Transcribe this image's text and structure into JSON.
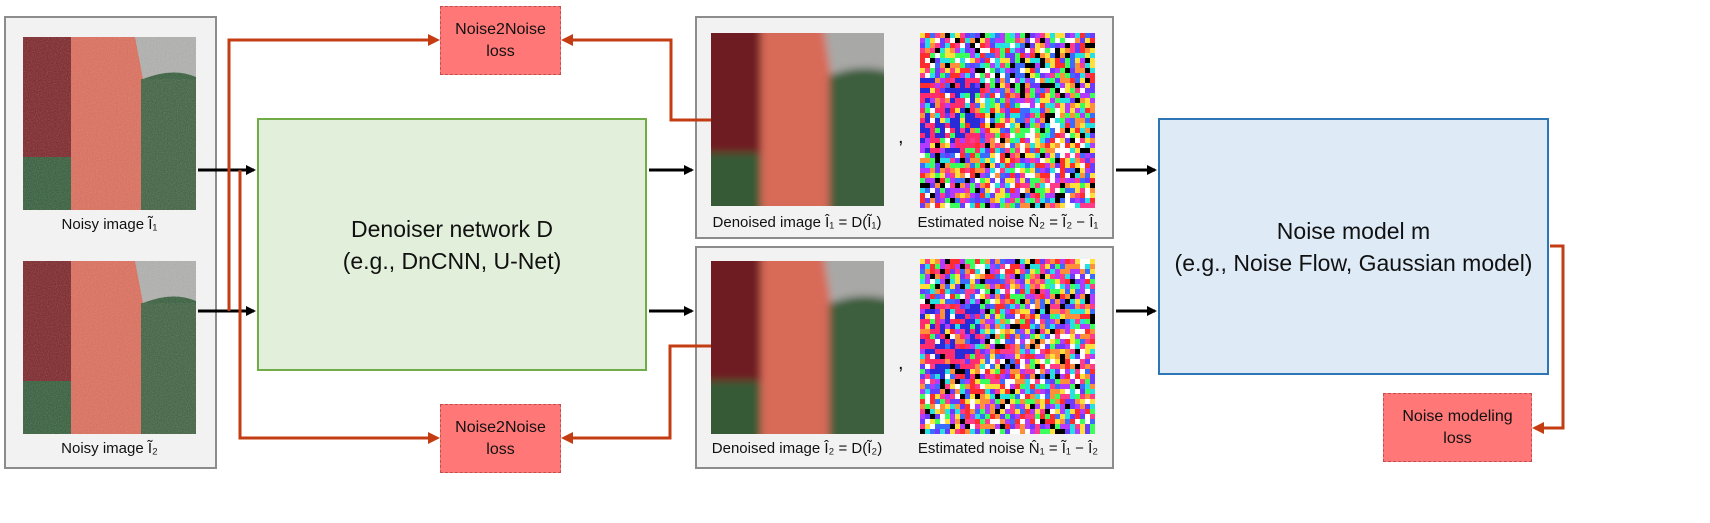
{
  "inputs": {
    "noisy1_caption": "Noisy image Ĩ₁",
    "noisy2_caption": "Noisy image Ĩ₂"
  },
  "denoiser": {
    "title": "Denoiser network D",
    "subtitle": "(e.g., DnCNN, U-Net)"
  },
  "outputs_top": {
    "denoised_caption": "Denoised image Î₁ = D(Ĩ₁)",
    "noise_caption": "Estimated noise N̂₂ = Ĩ₂ − Î₁"
  },
  "outputs_bottom": {
    "denoised_caption": "Denoised image Î₂ = D(Ĩ₂)",
    "noise_caption": "Estimated noise N̂₁ = Ĩ₁ − Î₂"
  },
  "noise_model": {
    "title": "Noise model m",
    "subtitle": "(e.g., Noise Flow, Gaussian model)"
  },
  "losses": {
    "n2n_top_line1": "Noise2Noise",
    "n2n_top_line2": "loss",
    "n2n_bottom_line1": "Noise2Noise",
    "n2n_bottom_line2": "loss",
    "modeling_line1": "Noise modeling",
    "modeling_line2": "loss"
  },
  "separator": ",",
  "colors": {
    "denoiser_fill": "#e2efda",
    "denoiser_border": "#70ad47",
    "noise_model_fill": "#deebf7",
    "noise_model_border": "#2e75b6",
    "loss_fill": "#ff7777",
    "loss_arrow": "#c43c12",
    "data_arrow": "#000000",
    "panel_fill": "#f2f2f2",
    "panel_border": "#8c8c8c"
  }
}
